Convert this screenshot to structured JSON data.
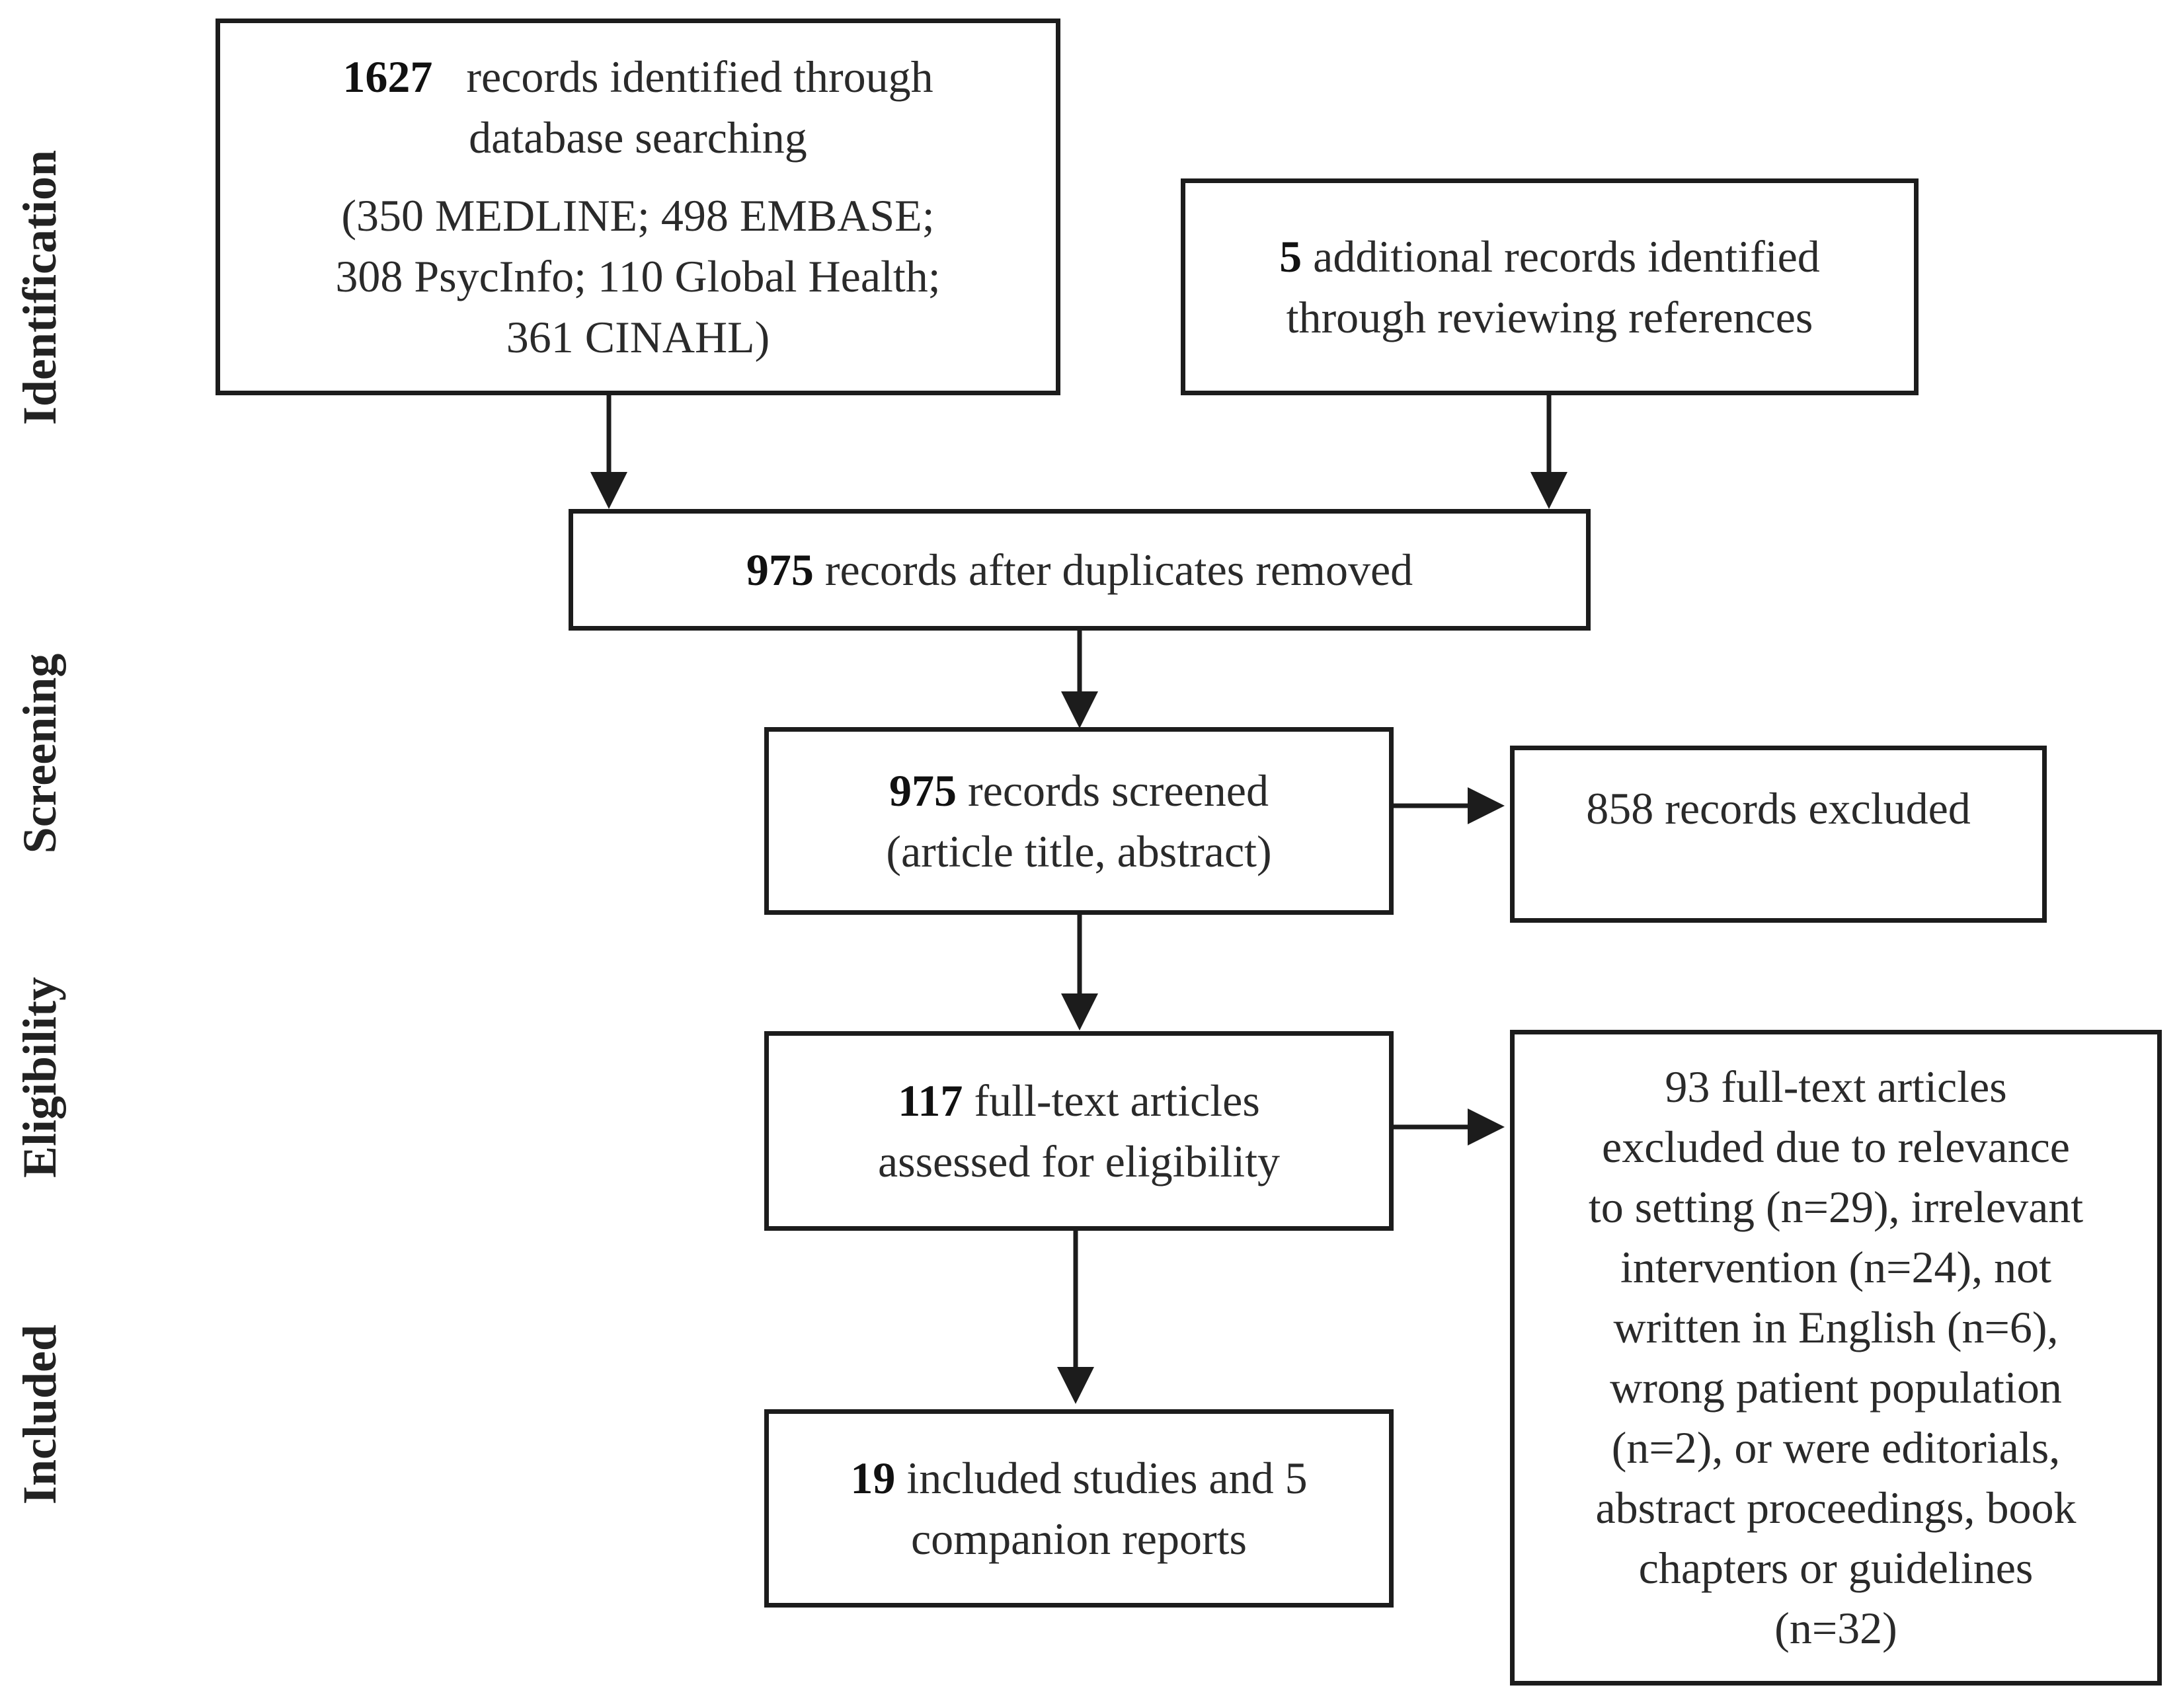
{
  "phases": {
    "identification": "Identification",
    "screening": "Screening",
    "eligibility": "Eligibility",
    "included": "Included"
  },
  "boxes": {
    "database_search": {
      "count": "1627",
      "text_line1": "records identified through",
      "text_line2": "database searching",
      "sources_line1": "(350 MEDLINE; 498 EMBASE;",
      "sources_line2": "308 PsycInfo; 110 Global Health;",
      "sources_line3": "361 CINAHL)"
    },
    "additional_records": {
      "count": "5",
      "text_line1": "additional records identified",
      "text_line2": "through reviewing references"
    },
    "duplicates_removed": {
      "count": "975",
      "text": "records after duplicates removed"
    },
    "records_screened": {
      "count": "975",
      "text_line1": "records screened",
      "text_line2": "(article title, abstract)"
    },
    "records_excluded": {
      "text": "858 records excluded"
    },
    "full_text_assessed": {
      "count": "117",
      "text_line1": "full-text articles",
      "text_line2": "assessed for eligibility"
    },
    "full_text_excluded": {
      "lines": [
        "93 full-text articles",
        "excluded due to relevance",
        "to setting (n=29), irrelevant",
        "intervention (n=24), not",
        "written in English (n=6),",
        "wrong patient population",
        "(n=2), or were editorials,",
        "abstract proceedings, book",
        "chapters or guidelines",
        "(n=32)"
      ]
    },
    "included_studies": {
      "count": "19",
      "text_line1": "included studies and 5",
      "text_line2": "companion reports"
    }
  }
}
